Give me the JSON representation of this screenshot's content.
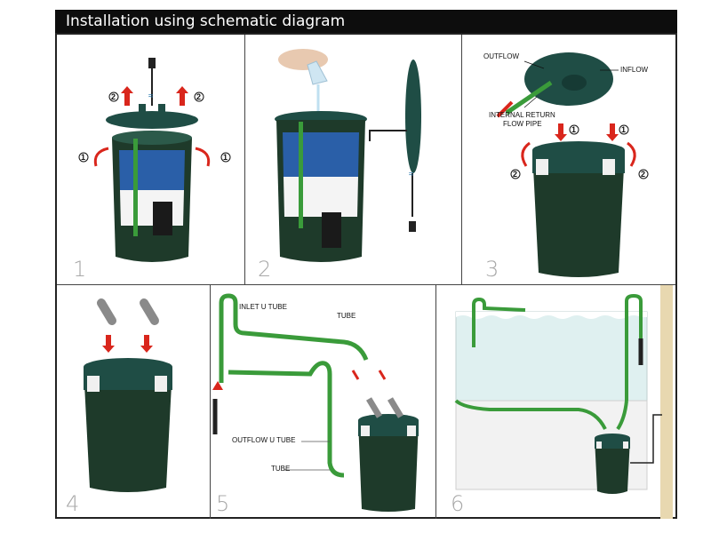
{
  "title": "Installation using schematic diagram",
  "steps": [
    {
      "number": "1"
    },
    {
      "number": "2"
    },
    {
      "number": "3",
      "labels": {
        "outflow": "OUTFLOW",
        "inflow": "INFLOW",
        "return_line1": "INTERNAL RETURN",
        "return_line2": "FLOW PIPE"
      }
    },
    {
      "number": "4"
    },
    {
      "number": "5",
      "labels": {
        "inlet": "INLET U TUBE",
        "tube_top": "TUBE",
        "outflow": "OUTFLOW U TUBE",
        "tube_bottom": "TUBE"
      }
    },
    {
      "number": "6"
    }
  ],
  "callouts": {
    "one": "1",
    "two": "2"
  },
  "colors": {
    "canister": "#1e3a2a",
    "lid": "#1f4d45",
    "green_tube": "#3a9b3a",
    "arrow": "#d9261c",
    "sponge": "#2a5fa8",
    "water": "#dff0f0"
  }
}
